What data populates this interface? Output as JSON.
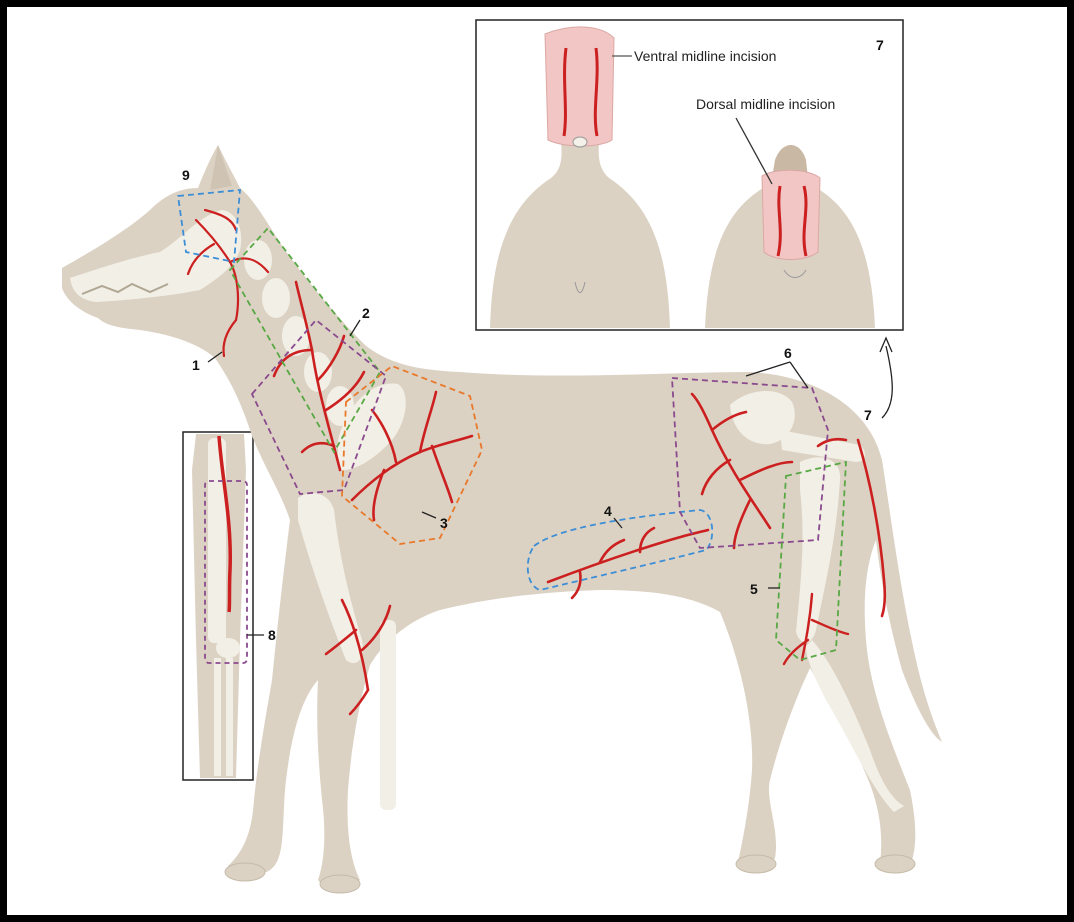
{
  "labels": {
    "n1": "1",
    "n2": "2",
    "n3": "3",
    "n4": "4",
    "n5": "5",
    "n6": "6",
    "n7_inset": "7",
    "n7_body": "7",
    "n8": "8",
    "n9": "9"
  },
  "inset": {
    "ventral": "Ventral midline incision",
    "dorsal": "Dorsal midline incision"
  },
  "colors": {
    "body": "#dcd2c4",
    "bone": "#f2efe6",
    "vessel": "#cc1f1f",
    "purple": "#8a4a8e",
    "green": "#58a844",
    "orange": "#e8782a",
    "blue": "#3c8ed6",
    "incision": "#f1c6c4"
  }
}
